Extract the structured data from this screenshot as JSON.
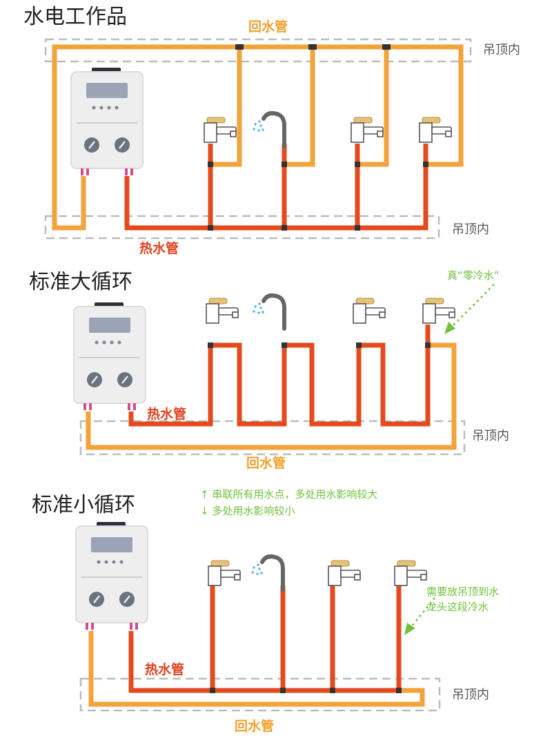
{
  "sections": [
    {
      "title": "水电工作品",
      "hot_pipe_label": "热水管",
      "return_pipe_label": "回水管",
      "ceiling_label_top": "吊顶内",
      "ceiling_label_bottom": "吊顶内"
    },
    {
      "title": "标准大循环",
      "hot_pipe_label": "热水管",
      "return_pipe_label": "回水管",
      "ceiling_label": "吊顶内",
      "note": "真“零冷水”"
    },
    {
      "title": "标准小循环",
      "hot_pipe_label": "热水管",
      "return_pipe_label": "回水管",
      "ceiling_label": "吊顶内",
      "note_line1": "↑ 串联所有用水点，多处用水影响较大",
      "note_line2": "↓ 多处用水影响较小",
      "note_side_line1": "需要放吊顶到水",
      "note_side_line2": "龙头这段冷水"
    }
  ],
  "colors": {
    "hot_pipe": "#e54a1f",
    "return_pipe": "#f4a23a",
    "note_green": "#6fc23a"
  },
  "icons": [
    "water-heater-icon",
    "faucet-icon",
    "shower-icon",
    "tee-fitting-icon",
    "arrow-icon"
  ]
}
